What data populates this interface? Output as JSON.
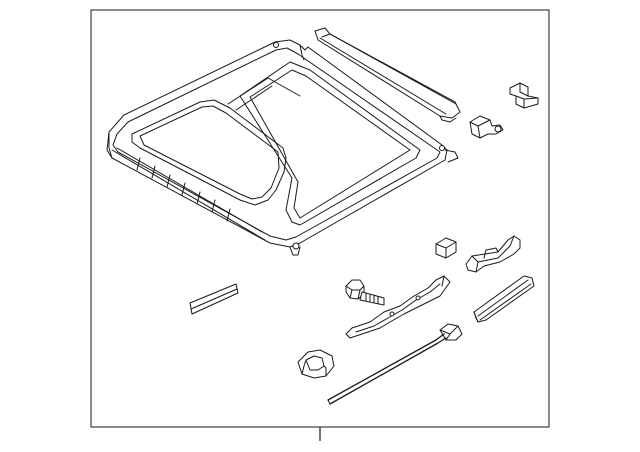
{
  "diagram": {
    "parts": [
      {
        "id": "sunroof-frame-assembly",
        "icon": "sunroof-frame"
      },
      {
        "id": "front-deflector-rail",
        "icon": "rail"
      },
      {
        "id": "upper-bracket",
        "icon": "bracket"
      },
      {
        "id": "connector-clip",
        "icon": "clip"
      },
      {
        "id": "cushion-pad",
        "icon": "pad"
      },
      {
        "id": "side-bracket",
        "icon": "bracket"
      },
      {
        "id": "trim-strip",
        "icon": "strip"
      },
      {
        "id": "bolt",
        "icon": "bolt"
      },
      {
        "id": "guide-rail",
        "icon": "rail"
      },
      {
        "id": "drain-hose",
        "icon": "hose"
      },
      {
        "id": "rubber-grommet",
        "icon": "grommet"
      },
      {
        "id": "seal-strip",
        "icon": "strip"
      },
      {
        "id": "drive-cable",
        "icon": "cable"
      }
    ],
    "colors": {
      "line": "#1a1a1a",
      "background": "#ffffff"
    }
  }
}
